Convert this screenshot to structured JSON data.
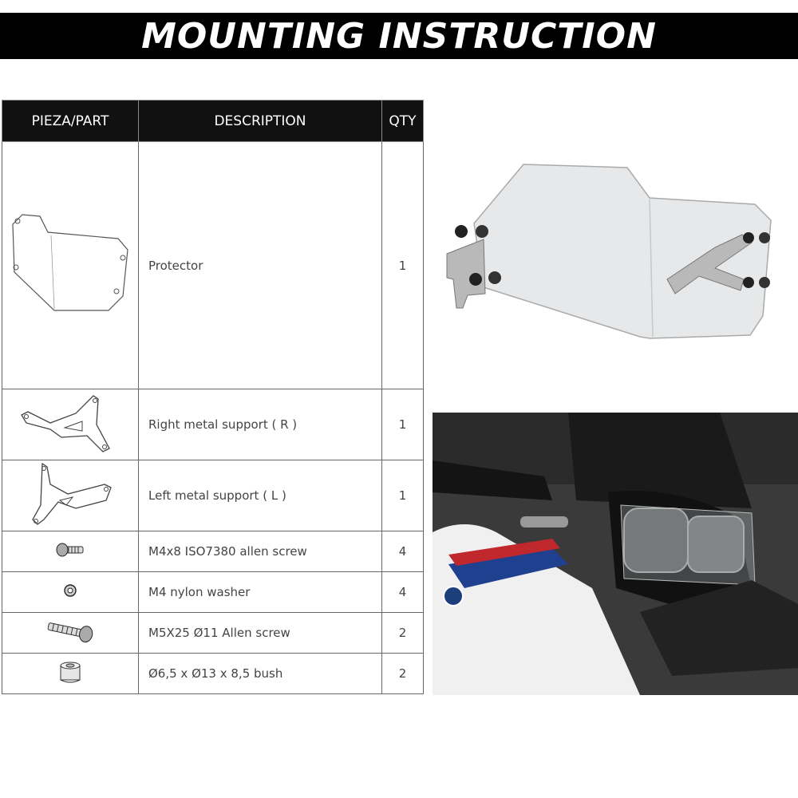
{
  "title": "MOUNTING INSTRUCTION",
  "table": {
    "headers": {
      "part": "PIEZA/PART",
      "description": "DESCRIPTION",
      "qty": "QTY"
    },
    "rows": [
      {
        "icon": "protector-icon",
        "description": "Protector",
        "qty": "1"
      },
      {
        "icon": "right-support-icon",
        "description": "Right metal support ( R )",
        "qty": "1"
      },
      {
        "icon": "left-support-icon",
        "description": "Left metal support ( L )",
        "qty": "1"
      },
      {
        "icon": "small-screw-icon",
        "description": "M4x8 ISO7380 allen screw",
        "qty": "4"
      },
      {
        "icon": "washer-icon",
        "description": "M4 nylon washer",
        "qty": "4"
      },
      {
        "icon": "long-screw-icon",
        "description": "M5X25 Ø11 Allen screw",
        "qty": "2"
      },
      {
        "icon": "bush-icon",
        "description": "Ø6,5 x Ø13 x 8,5 bush",
        "qty": "2"
      }
    ]
  }
}
